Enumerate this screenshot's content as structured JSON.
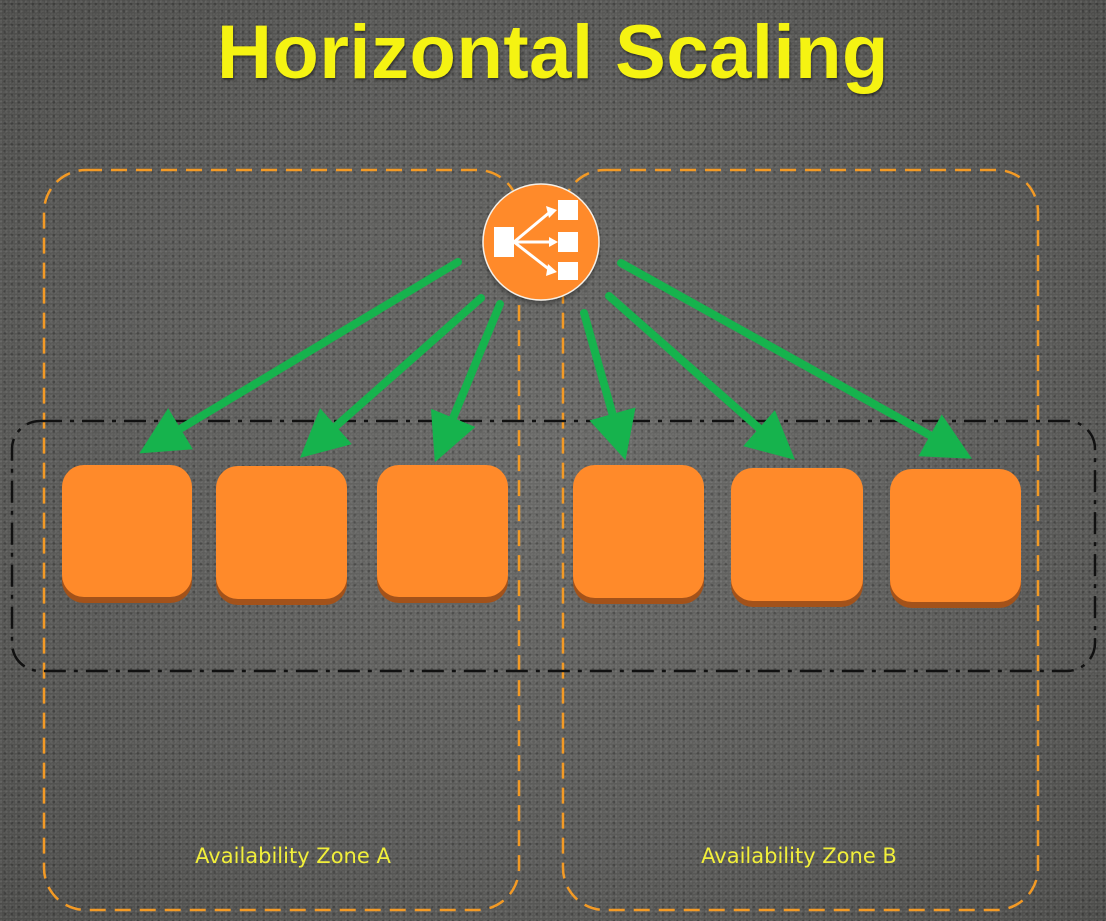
{
  "title": "Horizontal Scaling",
  "zones": [
    {
      "label": "Availability Zone A"
    },
    {
      "label": "Availability Zone B"
    }
  ],
  "load_balancer": {
    "icon": "load-balancer-icon"
  },
  "instances": {
    "zone_a": 3,
    "zone_b": 3
  },
  "colors": {
    "title": "#f5f312",
    "zone_border": "#f39a25",
    "group_border": "#111111",
    "instance": "#ff8a2a",
    "instance_shadow": "#a3521a",
    "arrow": "#16b34d",
    "label": "#f1ef3a"
  }
}
